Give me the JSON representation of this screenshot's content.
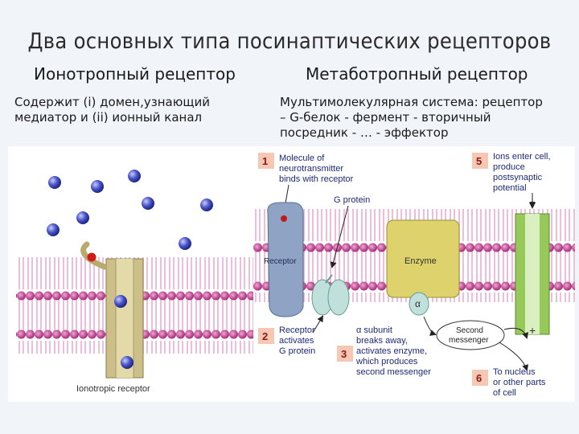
{
  "title": "Два основных типа посинаптических рецепторов",
  "ionotropic": {
    "heading": "Ионотропный рецептор",
    "description_line1": "Содержит (i) домен,узнающий",
    "description_line2": "медиатор и (ii) ионный канал",
    "figure_caption": "Ionotropic receptor"
  },
  "metabotropic": {
    "heading": "Метаботропный рецептор",
    "description_line1": "Мультимолекулярная система: рецептор",
    "description_line2": "– G-белок -   фермент - вторичный",
    "description_line3": "посредник - … - эффектор",
    "steps": [
      {
        "num": "1",
        "l1": "Molecule of",
        "l2": "neurotransmitter",
        "l3": "binds with receptor"
      },
      {
        "num": "2",
        "l1": "Receptor",
        "l2": "activates",
        "l3": "G protein"
      },
      {
        "num": "3",
        "l1": "α subunit",
        "l2": "breaks away,",
        "l3": "activates enzyme,",
        "l4": "which produces",
        "l5": "second messenger"
      },
      {
        "num": "5",
        "l1": "Ions enter cell,",
        "l2": "produce",
        "l3": "postsynaptic",
        "l4": "potential"
      },
      {
        "num": "6",
        "l1": "To nucleus",
        "l2": "or other parts",
        "l3": "of cell"
      }
    ],
    "labels": {
      "g_protein": "G protein",
      "receptor": "Receptor",
      "enzyme": "Enzyme",
      "alpha": "α",
      "second_messenger_l1": "Second",
      "second_messenger_l2": "messenger",
      "plus": "+"
    }
  },
  "colors": {
    "lipid_head": "#c2408f",
    "lipid_tail": "#e7a7cf",
    "neurotransmitter": "#4a55c9",
    "channel": "#cdbf8a",
    "receptor": "#8fa4c4",
    "g_protein": "#bfe0db",
    "enzyme": "#ddd26b",
    "ion_channel": "#97c85a",
    "step_number_bg": "#f6c8b4"
  }
}
